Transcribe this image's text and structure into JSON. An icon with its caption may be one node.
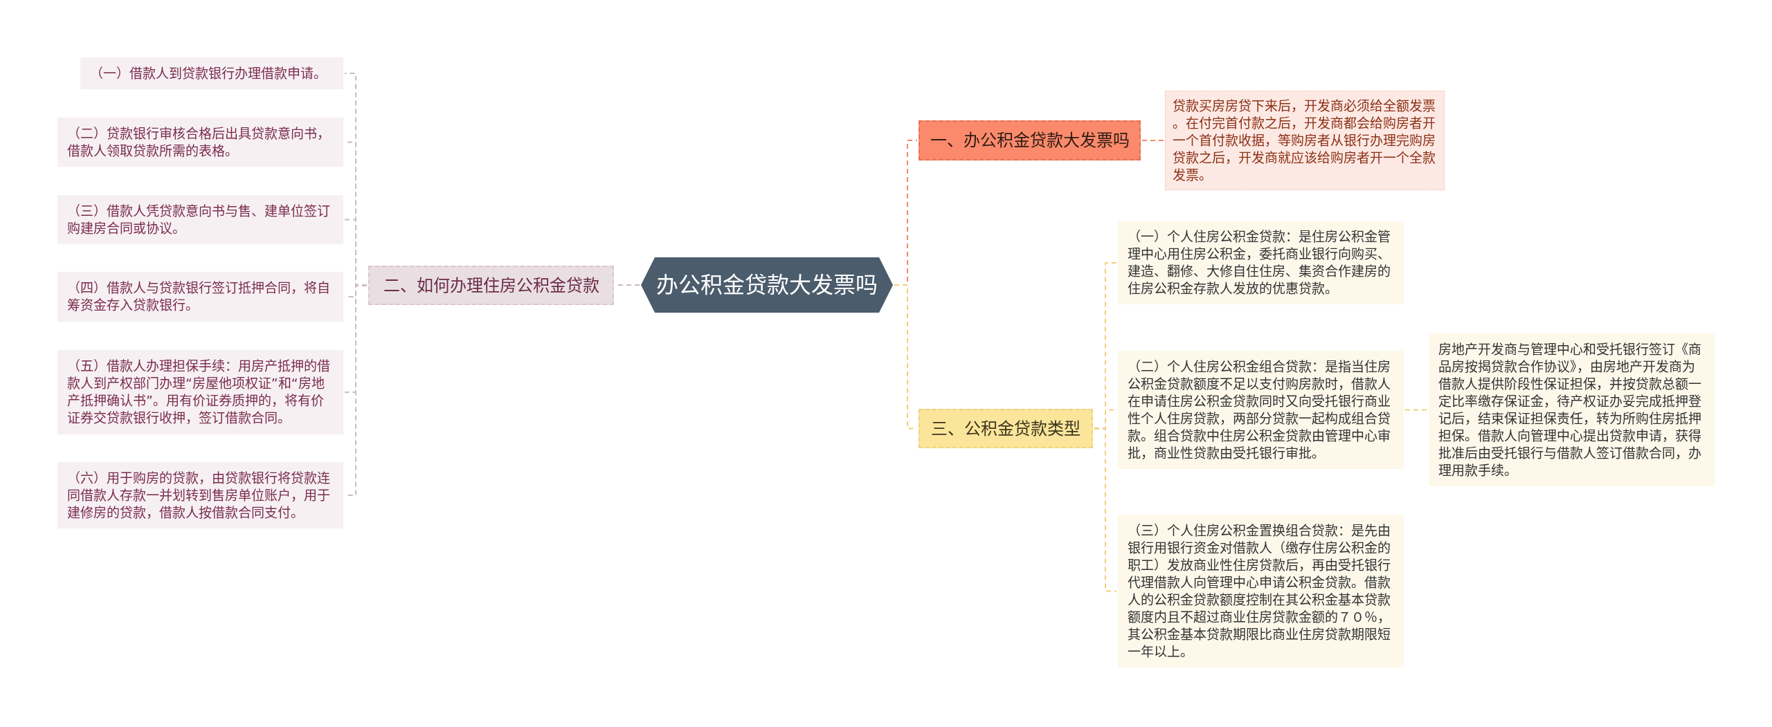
{
  "diagram": {
    "nodes": [
      {
        "text": [
          "办公积金贷款大发票吗"
        ]
      },
      {
        "text": [
          "一、办公积金贷款大发票吗"
        ]
      },
      {
        "text": [
          "贷款买房房贷下来后，开发商必须给全额发票。在付完首付款之后，开发商都会给购房者开一个首付款收据，等购房者从银行办理完购房贷款之后，开发商就应该给购房者开一个全款发票。"
        ]
      },
      {
        "text": [
          "二、如何办理住房公积金贷款"
        ]
      },
      {
        "text": [
          "（一）借款人到贷款银行办理借款申请。"
        ]
      },
      {
        "text": [
          "（二）贷款银行审核合格后出具贷款意向书，借款人领取贷款所需的表格。"
        ]
      },
      {
        "text": [
          "（三）借款人凭贷款意向书与售、建单位签订购建房合同或协议。"
        ]
      },
      {
        "text": [
          "（四）借款人与贷款银行签订抵押合同，将自筹资金存入贷款银行。"
        ]
      },
      {
        "text": [
          "（五）借款人办理担保手续：用房产抵押的借款人到产权部门办理“房屋他项权证”和“房地产抵押确认书”。用有价证券质押的，将有价证券交贷款银行收押，签订借款合同。"
        ]
      },
      {
        "text": [
          "（六）用于购房的贷款，由贷款银行将贷款连同借款人存款一并划转到售房单位账户，用于建修房的贷款，借款人按借款合同支付。"
        ]
      },
      {
        "text": [
          "三、公积金贷款类型"
        ]
      },
      {
        "text": [
          "（一）个人住房公积金贷款：是住房公积金管理中心用住房公积金，委托商业银行向购买、建造、翻修、大修自住住房、集资合作建房的住房公积金存款人发放的优惠贷款。"
        ]
      },
      {
        "text": [
          "（二）个人住房公积金组合贷款：是指当住房公积金贷款额度不足以支付购房款时，借款人在申请住房公积金贷款同时又向受托银行商业性个人住房贷款，两部分贷款一起构成组合贷款。组合贷款中住房公积金贷款由管理中心审批，商业性贷款由受托银行审批。"
        ]
      },
      {
        "text": [
          "（三）个人住房公积金置换组合贷款：是先由银行用银行资金对借款人（缴存住房公积金的职工）发放商业性住房贷款后，再由受托银行代理借款人向管理中心申请公积金贷款。借款人的公积金贷款额度控制在其公积金基本贷款额度内且不超过商业住房贷款金额的７０％，其公积金基本贷款期限比商业住房贷款期限短一年以上。"
        ]
      },
      {
        "text": [
          "房地产开发商与管理中心和受托银行签订《商品房按揭贷款合作协议》，由房地产开发商为借款人提供阶段性保证担保，并按贷款总额一定比率缴存保证金，待产权证办妥完成抵押登记后，结束保证担保责任，转为所购住房抵押担保。借款人向管理中心提出贷款申请，获得批准后由受托银行与借款人签订借款合同，办理用款手续。"
        ]
      }
    ],
    "edges": [
      {
        "from": 0,
        "to": 1,
        "arrow": "none",
        "color": "#f4896b"
      },
      {
        "from": 1,
        "to": 2,
        "arrow": "none",
        "color": "#f4896b"
      },
      {
        "from": 0,
        "to": 3,
        "arrow": "none"
      },
      {
        "from": 3,
        "to": 4,
        "arrow": "none"
      },
      {
        "from": 3,
        "to": 5,
        "arrow": "none"
      },
      {
        "from": 3,
        "to": 6,
        "arrow": "none"
      },
      {
        "from": 3,
        "to": 7,
        "arrow": "none"
      },
      {
        "from": 3,
        "to": 8,
        "arrow": "none"
      },
      {
        "from": 3,
        "to": 9,
        "arrow": "none"
      },
      {
        "from": 0,
        "to": 10,
        "arrow": "none",
        "color": "#f0d07a"
      },
      {
        "from": 10,
        "to": 11,
        "arrow": "none",
        "color": "#f0d07a"
      },
      {
        "from": 10,
        "to": 12,
        "arrow": "none",
        "color": "#f0d07a"
      },
      {
        "from": 10,
        "to": 13,
        "arrow": "none",
        "color": "#f0d07a"
      },
      {
        "from": 12,
        "to": 14,
        "arrow": "none",
        "color": "#f0d07a"
      }
    ]
  }
}
